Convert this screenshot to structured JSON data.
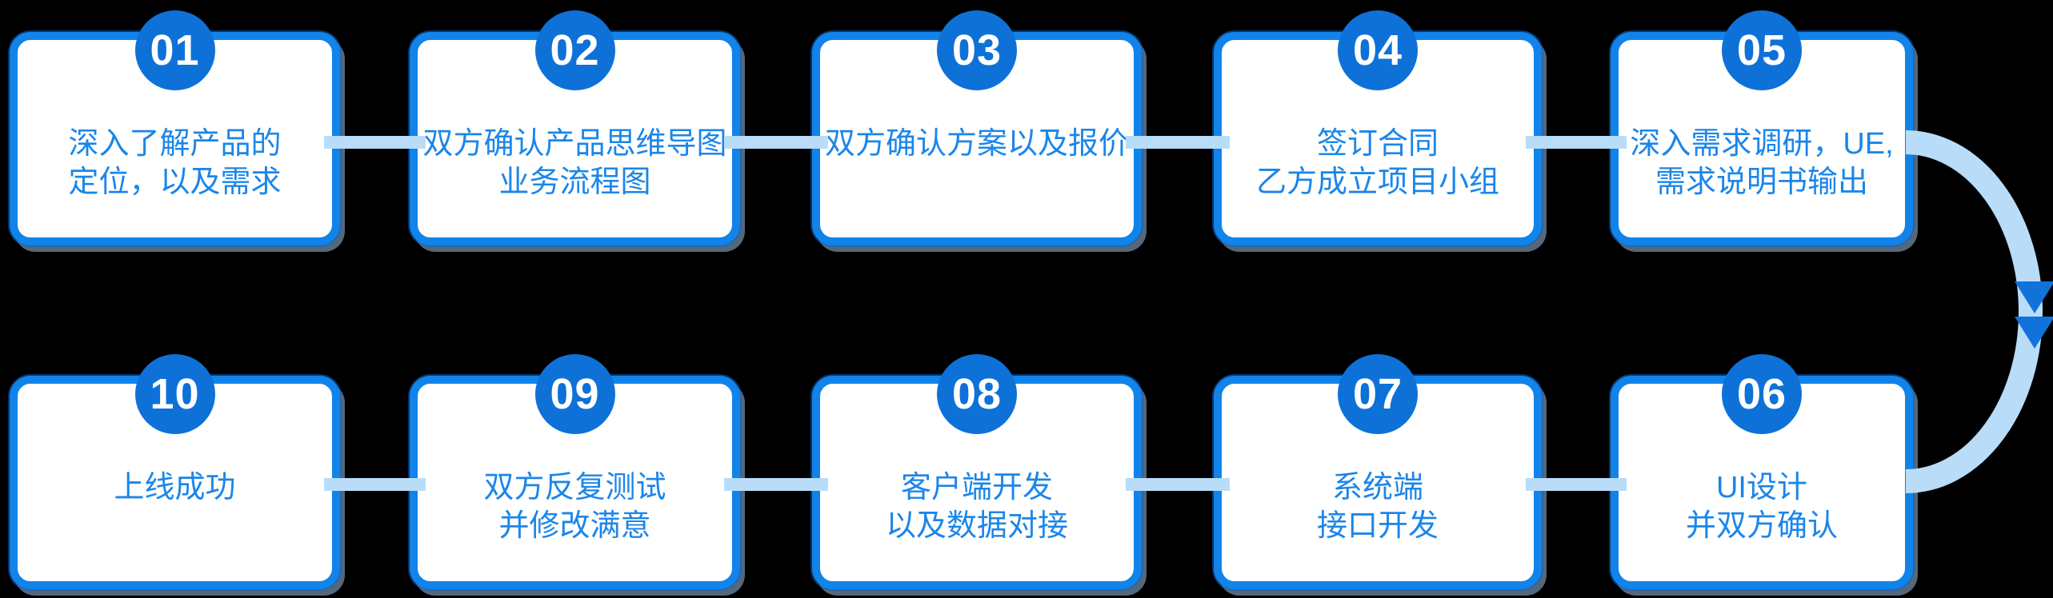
{
  "colors": {
    "badge": "#0e71d8",
    "border": "#1283e8",
    "text": "#1b86e9",
    "connector": "#b9ddf9",
    "arrowhead": "#1173da",
    "card-bg": "#ffffff",
    "page-bg": "#000000"
  },
  "steps": [
    {
      "number": "01",
      "lines": [
        "深入了解产品的",
        "定位，以及需求"
      ]
    },
    {
      "number": "02",
      "lines": [
        "双方确认产品思维导图",
        "业务流程图"
      ]
    },
    {
      "number": "03",
      "lines": [
        "双方确认方案以及报价"
      ]
    },
    {
      "number": "04",
      "lines": [
        "签订合同",
        "乙方成立项目小组"
      ]
    },
    {
      "number": "05",
      "lines": [
        "深入需求调研，UE,",
        "需求说明书输出"
      ]
    },
    {
      "number": "06",
      "lines": [
        "UI设计",
        "并双方确认"
      ]
    },
    {
      "number": "07",
      "lines": [
        "系统端",
        "接口开发"
      ]
    },
    {
      "number": "08",
      "lines": [
        "客户端开发",
        "以及数据对接"
      ]
    },
    {
      "number": "09",
      "lines": [
        "双方反复测试",
        "并修改满意"
      ]
    },
    {
      "number": "10",
      "lines": [
        "上线成功"
      ]
    }
  ]
}
